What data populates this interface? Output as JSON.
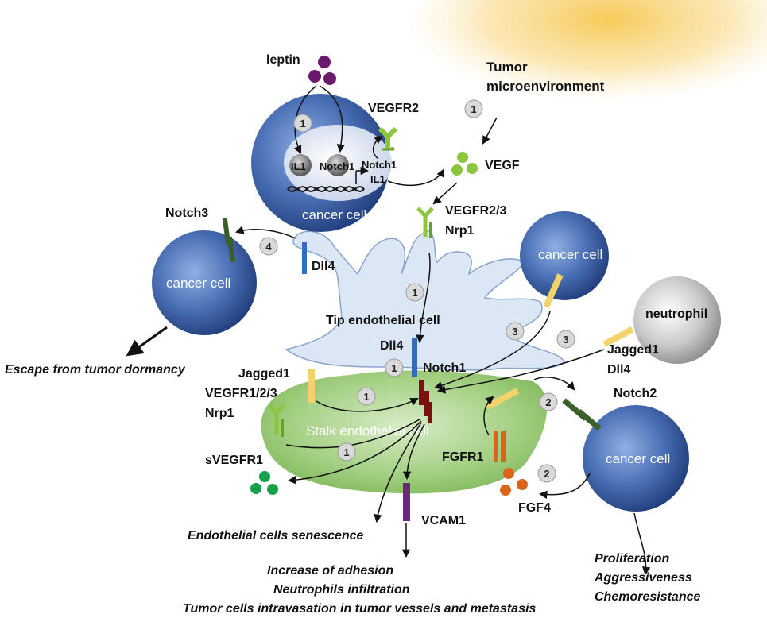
{
  "labels": {
    "tumor_micro_1": "Tumor",
    "tumor_micro_2": "microenvironment",
    "leptin": "leptin",
    "vegfr2": "VEGFR2",
    "vegf": "VEGF",
    "il1_nucleus": "IL1",
    "notch1_nucleus": "Notch1",
    "notch1_gene": "Notch1",
    "il1_gene": "IL1",
    "cancer_cell_top": "cancer cell",
    "vegfr23": "VEGFR2/3",
    "nrp1_top": "Nrp1",
    "notch3": "Notch3",
    "dll4_left": "Dll4",
    "cancer_cell_left": "cancer cell",
    "cancer_cell_right": "cancer cell",
    "neutrophil": "neutrophil",
    "tip_cell": "Tip endothelial cell",
    "dll4_center": "Dll4",
    "notch1_center": "Notch1",
    "jagged1_left": "Jagged1",
    "vegfr123": "VEGFR1/2/3",
    "nrp1_bottom": "Nrp1",
    "jagged1_right": "Jagged1",
    "dll4_right": "Dll4",
    "notch2": "Notch2",
    "stalk_cell": "Stalk endothelial cell",
    "svegfr1": "sVEGFR1",
    "fgfr1": "FGFR1",
    "cancer_cell_bottom": "cancer cell",
    "fgf4": "FGF4",
    "vcam1": "VCAM1"
  },
  "outcomes": {
    "escape": "Escape from tumor dormancy",
    "senescence": "Endothelial cells senescence",
    "adhesion": "Increase of adhesion",
    "infiltration": "Neutrophils infiltration",
    "intravasation": "Tumor cells intravasation in tumor vessels and metastasis",
    "proliferation": "Proliferation",
    "aggressiveness": "Aggressiveness",
    "chemoresistance": "Chemoresistance"
  },
  "steps": {
    "s_nucleus": "1",
    "s_tumor": "1",
    "s_notch3": "4",
    "s_tip": "1",
    "s_cancer_r": "3",
    "s_neutrophil": "3",
    "s_dll4": "1",
    "s_jagged": "1",
    "s_svegfr": "1",
    "s_notch2": "2",
    "s_fgf": "2"
  },
  "colors": {
    "cancer_cell": "#4a6fb5",
    "tip_cell": "#dbe7f5",
    "stalk_cell": "#8fc26a",
    "notch": "#7a1010",
    "jagged": "#f2d36b",
    "dll4": "#2f6fbf",
    "vegfr": "#8cc63f",
    "leptin": "#6a1b6e",
    "fgf4": "#d9641a",
    "fgfr1": "#d9641a",
    "svegfr1": "#17a04a",
    "vcam1": "#6a2a7a",
    "notch2": "#3b5e2b",
    "tumor_glow": "#f7c94a"
  }
}
